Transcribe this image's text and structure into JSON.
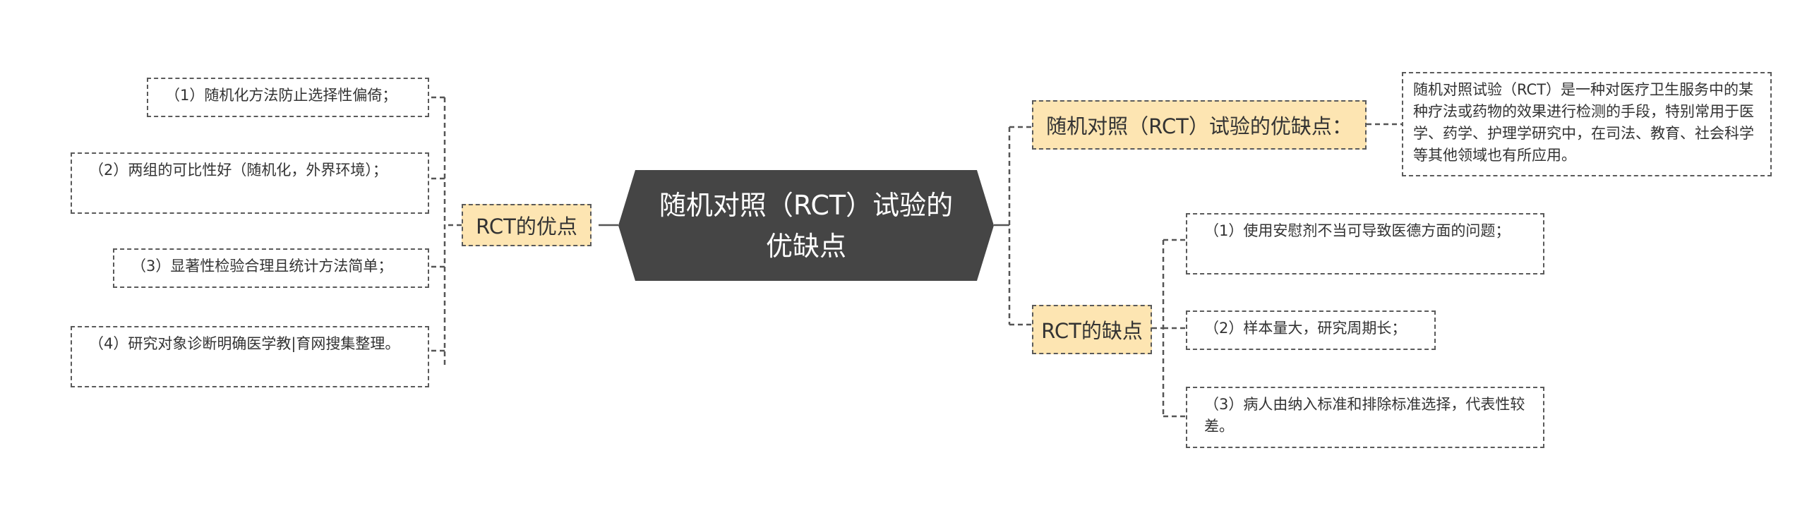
{
  "root": {
    "title": "随机对照（RCT）试验的优缺点"
  },
  "branches": {
    "advantages": {
      "label": "RCT的优点",
      "items": [
        "（1）随机化方法防止选择性偏倚；",
        "（2）两组的可比性好（随机化，外界环境）；",
        "（3）显著性检验合理且统计方法简单；",
        "（4）研究对象诊断明确医学教|育网搜集整理。"
      ]
    },
    "definition": {
      "label": "随机对照（RCT）试验的优缺点：",
      "note": "随机对照试验（RCT）是一种对医疗卫生服务中的某种疗法或药物的效果进行检测的手段，特别常用于医学、药学、护理学研究中，在司法、教育、社会科学等其他领域也有所应用。"
    },
    "disadvantages": {
      "label": "RCT的缺点",
      "items": [
        "（1）使用安慰剂不当可导致医德方面的问题；",
        "（2）样本量大，研究周期长；",
        "（3）病人由纳入标准和排除标准选择，代表性较差。"
      ]
    }
  },
  "colors": {
    "root_fill": "#454545",
    "branch_fill": "#fde5b2",
    "border": "#5a5a5a",
    "line": "#555555"
  }
}
